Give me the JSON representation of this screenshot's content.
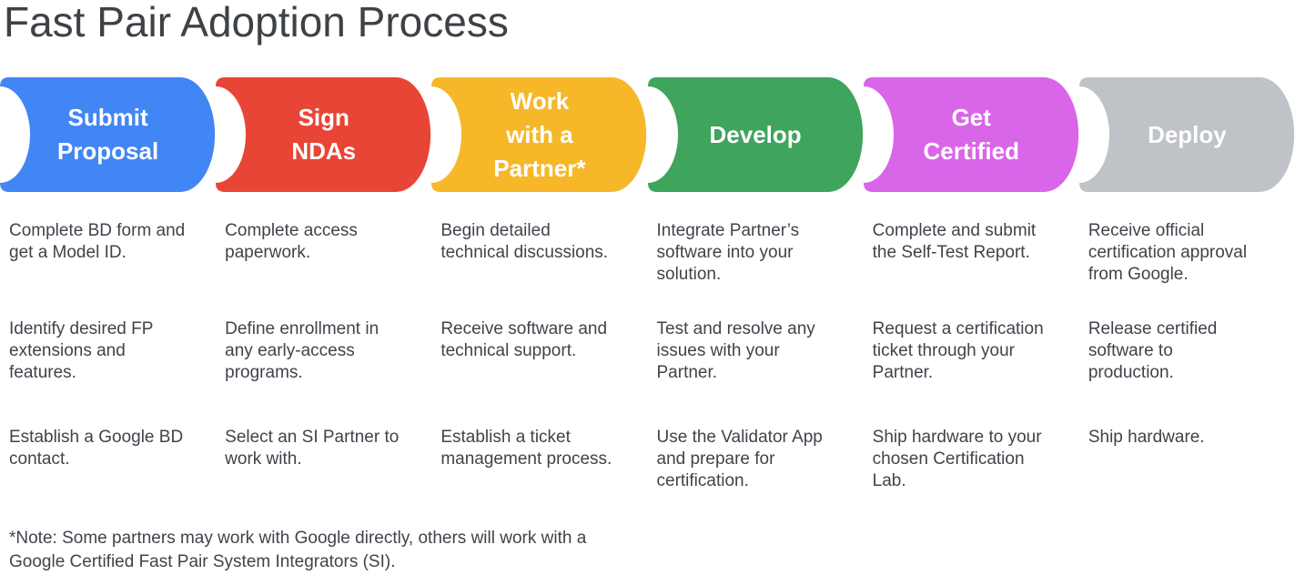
{
  "title": "Fast Pair Adoption Process",
  "palette": {
    "background": "#ffffff",
    "title_text": "#3e4246",
    "body_text": "#3f444b",
    "stage_label_text": "#ffffff"
  },
  "stages": [
    {
      "label": "Submit\nProposal",
      "color": "#4285F4",
      "items": [
        "Complete BD form and\nget a Model ID.",
        "Identify desired FP\nextensions and\nfeatures.",
        "Establish a Google BD\ncontact."
      ]
    },
    {
      "label": "Sign\nNDAs",
      "color": "#E94537",
      "items": [
        "Complete access\npaperwork.",
        "Define enrollment in\nany early-access\nprograms.",
        "Select an SI Partner to\nwork with."
      ]
    },
    {
      "label": "Work\nwith a\nPartner*",
      "color": "#F6B829",
      "items": [
        "Begin detailed\ntechnical discussions.",
        "Receive software and\ntechnical support.",
        "Establish a ticket\nmanagement process."
      ]
    },
    {
      "label": "Develop",
      "color": "#3FA45C",
      "items": [
        "Integrate Partner’s\nsoftware into your\nsolution.",
        "Test and resolve any\nissues with your\nPartner.",
        "Use the Validator App\nand prepare for\ncertification."
      ]
    },
    {
      "label": "Get\nCertified",
      "color": "#D965E8",
      "items": [
        "Complete and submit\nthe Self-Test Report.",
        "Request a certification\nticket through your\nPartner.",
        "Ship hardware to your\nchosen Certification\nLab."
      ]
    },
    {
      "label": "Deploy",
      "color": "#BFC2C7",
      "items": [
        "Receive official\ncertification approval\nfrom Google.",
        "Release certified\nsoftware to\nproduction.",
        "Ship hardware."
      ]
    }
  ],
  "note": "*Note: Some partners may work with Google directly, others will work with a\nGoogle Certified Fast Pair System Integrators (SI)."
}
